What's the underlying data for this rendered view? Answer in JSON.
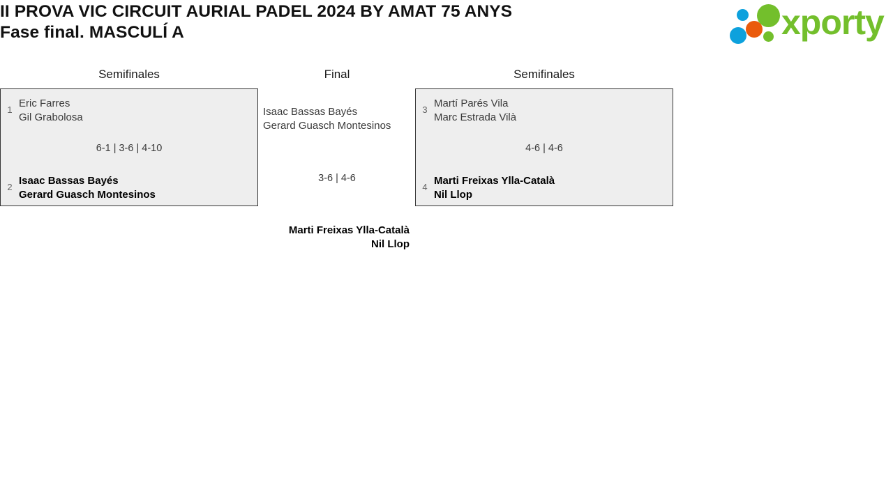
{
  "header": {
    "title_line1": "II PROVA VIC CIRCUIT AURIAL PADEL 2024 BY AMAT 75 ANYS",
    "title_line2": "Fase final. MASCULÍ A",
    "logo": {
      "wordmark": "xporty",
      "dot_colors": [
        "#0da1dd",
        "#73bf2c",
        "#ea5b0c",
        "#0da1dd",
        "#73bf2c"
      ],
      "brand_green": "#73bf2c",
      "brand_blue": "#0da1dd",
      "brand_orange": "#ea5b0c"
    }
  },
  "bracket": {
    "rounds": {
      "semifinals_left_label": "Semifinales",
      "final_label": "Final",
      "semifinals_right_label": "Semifinales"
    },
    "semifinal_left": {
      "top": {
        "seed": "1",
        "player1": "Eric Farres",
        "player2": "Gil Grabolosa",
        "result": "loser"
      },
      "bottom": {
        "seed": "2",
        "player1": "Isaac Bassas Bayés",
        "player2": "Gerard Guasch Montesinos",
        "result": "winner"
      },
      "score": "6-1 | 3-6 | 4-10"
    },
    "semifinal_right": {
      "top": {
        "seed": "3",
        "player1": "Martí Parés Vila",
        "player2": "Marc Estrada Vilà",
        "result": "loser"
      },
      "bottom": {
        "seed": "4",
        "player1": "Marti Freixas Ylla-Català",
        "player2": "Nil Llop",
        "result": "winner"
      },
      "score": "4-6 | 4-6"
    },
    "final": {
      "top": {
        "player1": "Isaac Bassas Bayés",
        "player2": "Gerard Guasch Montesinos",
        "result": "loser"
      },
      "score": "3-6 | 4-6",
      "champion": {
        "player1": "Marti Freixas Ylla-Català",
        "player2": "Nil Llop",
        "result": "winner"
      }
    }
  }
}
